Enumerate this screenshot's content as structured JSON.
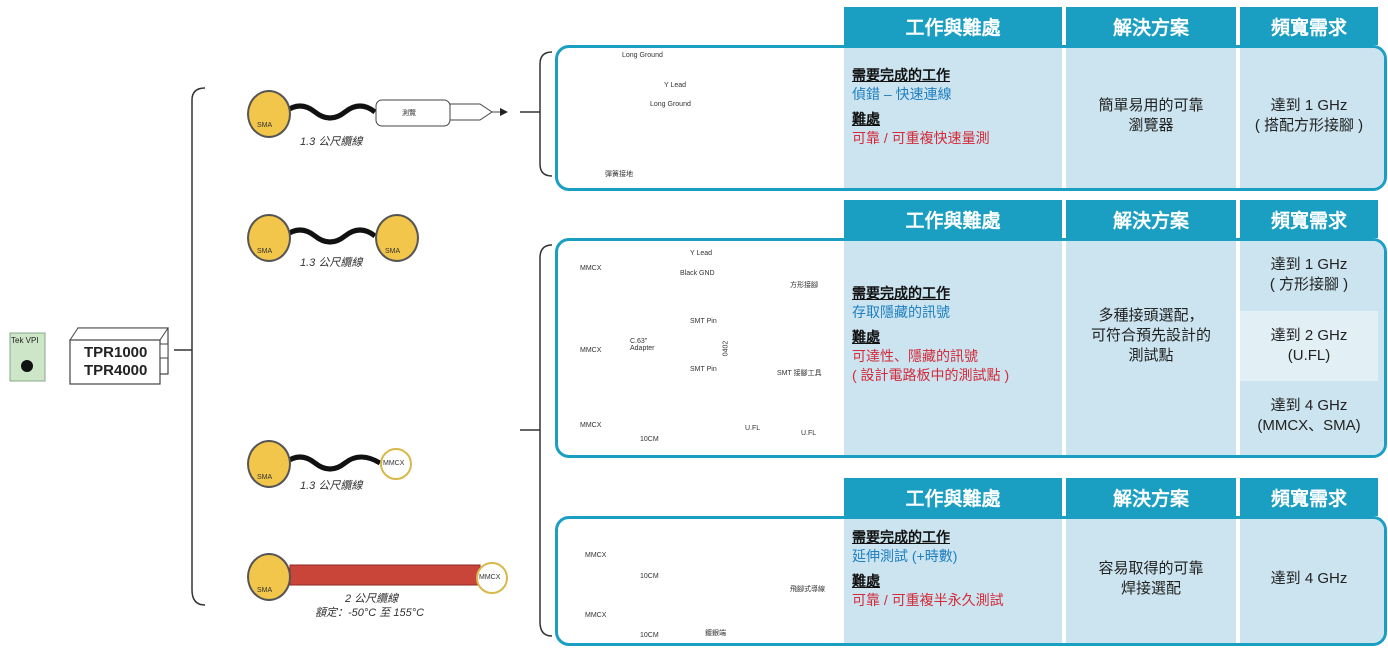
{
  "left": {
    "tek_vpi": "Tek VPI",
    "probe_model_1": "TPR1000",
    "probe_model_2": "TPR4000"
  },
  "cables": [
    {
      "connector_a": "SMA",
      "caption": "1.3 公尺纜線",
      "part": "測覽"
    },
    {
      "connector_a": "SMA",
      "connector_b": "SMA",
      "caption": "1.3 公尺纜線"
    },
    {
      "connector_a": "SMA",
      "connector_b": "MMCX",
      "caption": "1.3 公尺纜線"
    },
    {
      "connector_a": "SMA",
      "connector_b": "MMCX",
      "caption": "2 公尺纜線",
      "caption2": "額定：-50°C 至 155°C"
    }
  ],
  "headers": {
    "tasks": "工作與難處",
    "solution": "解決方案",
    "bandwidth": "頻寬需求"
  },
  "rows": [
    {
      "task_heading": "需要完成的工作",
      "task": "偵錯 – 快速連線",
      "difficulty_heading": "難處",
      "difficulty": "可靠 / 可重複快速量測",
      "solution_1": "簡單易用的可靠",
      "solution_2": "瀏覽器",
      "bandwidth_1": "達到 1 GHz",
      "bandwidth_2": "( 搭配方形接腳 )",
      "image_labels": {
        "long_ground_top": "Long Ground",
        "y_lead": "Y Lead",
        "long_ground": "Long Ground",
        "spring_ground": "彈簧接地"
      }
    },
    {
      "task_heading": "需要完成的工作",
      "task": "存取隱藏的訊號",
      "difficulty_heading": "難處",
      "difficulty": "可達性、隱藏的訊號",
      "difficulty_2": "( 設計電路板中的測試點 )",
      "solution_1": "多種接頭選配，",
      "solution_2": "可符合預先設計的",
      "solution_3": "測試點",
      "bandwidth": [
        {
          "line1": "達到 1 GHz",
          "line2": "( 方形接腳 )"
        },
        {
          "line1": "達到 2 GHz",
          "line2": "(U.FL)"
        },
        {
          "line1": "達到 4 GHz",
          "line2": "(MMCX、SMA)"
        }
      ],
      "image_labels": {
        "mmcx": "MMCX",
        "y_lead": "Y Lead",
        "black_gnd": "Black GND",
        "square_pin": "方形接腳",
        "adapter": "C.63\" Adapter",
        "smt_pin": "SMT Pin",
        "chip": "0402",
        "smt_tool": "SMT 接腳工具",
        "ten_cm": "10CM",
        "ufl": "U.FL"
      }
    },
    {
      "task_heading": "需要完成的工作",
      "task": "延伸測試 (+時數)",
      "difficulty_heading": "難處",
      "difficulty": "可靠 / 可重複半永久測試",
      "solution_1": "容易取得的可靠",
      "solution_2": "焊接選配",
      "bandwidth_1": "達到 4 GHz",
      "image_labels": {
        "mmcx": "MMCX",
        "ten_cm": "10CM",
        "flying_lead": "飛腳式導線",
        "pigtail": "鍍銀端"
      }
    }
  ]
}
